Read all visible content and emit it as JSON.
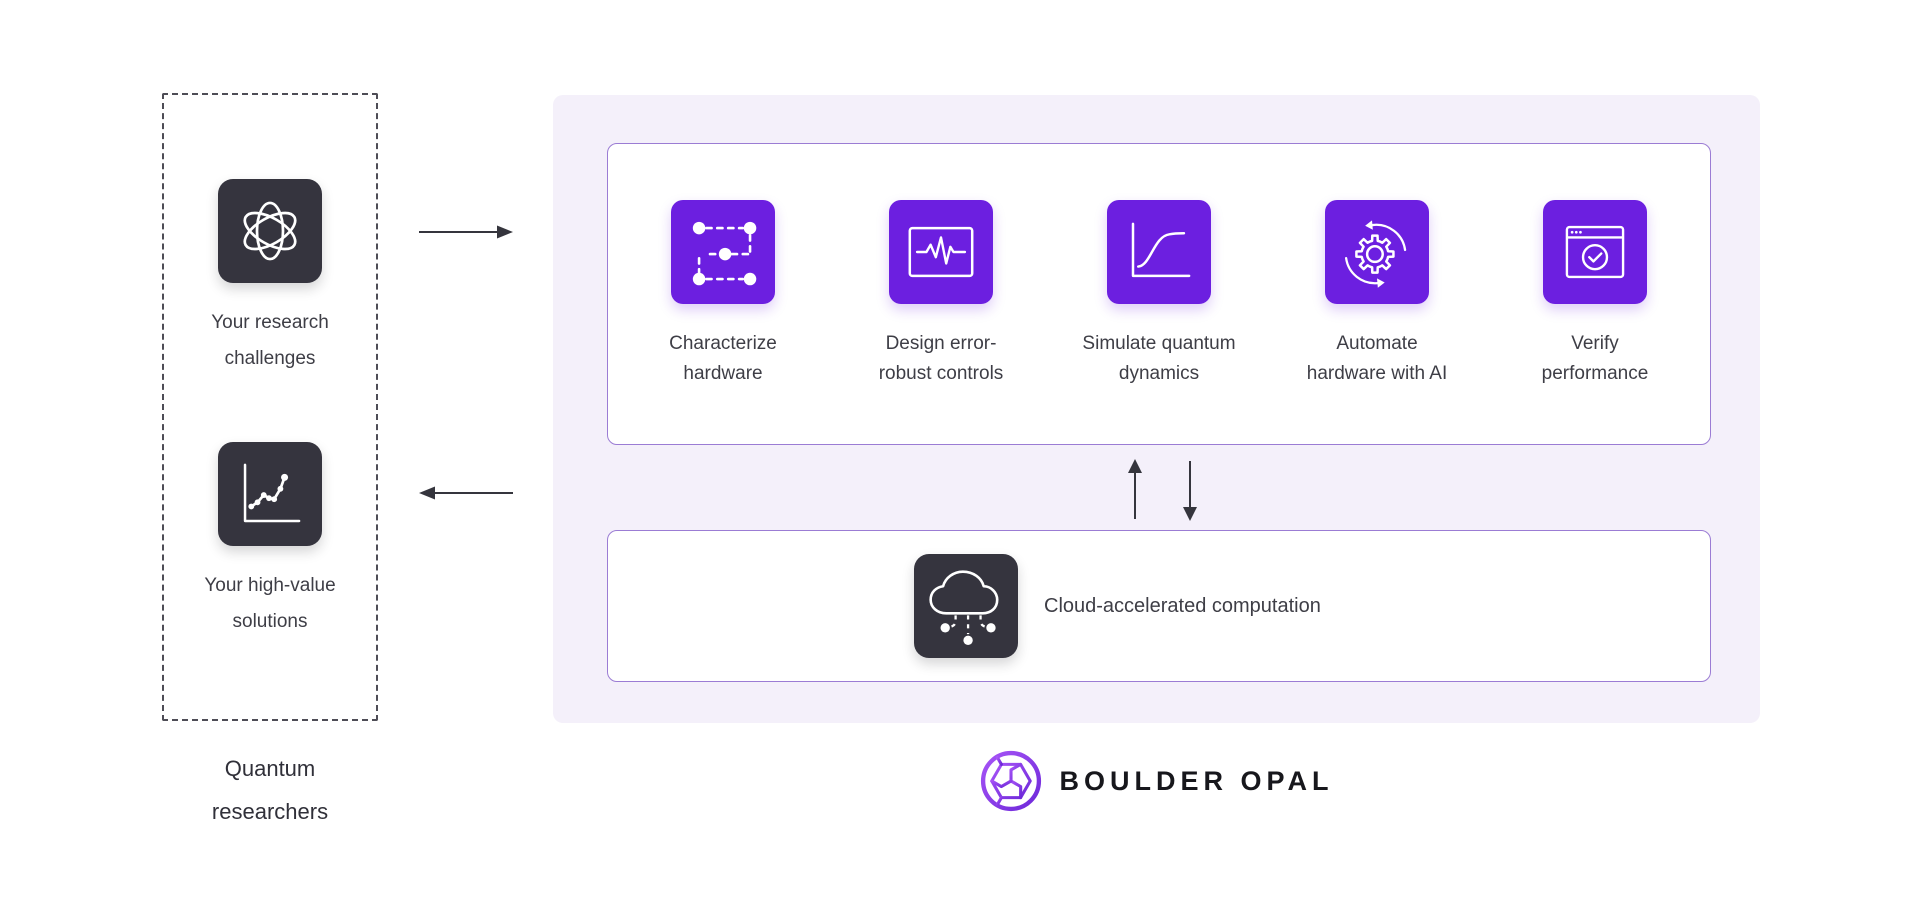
{
  "colors": {
    "accent_purple": "#6C1FE0",
    "dark_tile": "#35343E",
    "panel_background": "#F4F0FA",
    "panel_border": "#9B7CD4",
    "dashed_border": "#4E4D56",
    "text": "#3E3E46",
    "brand_text": "#17171C",
    "logo_gradient_start": "#A855F7",
    "logo_gradient_end": "#6D28D9"
  },
  "icons": [
    "atom-icon",
    "trend-chart-icon",
    "arrow-right-icon",
    "arrow-left-icon",
    "characterize-nodes-icon",
    "signal-monitor-icon",
    "sigmoid-plot-icon",
    "gear-sync-icon",
    "verified-window-icon",
    "arrow-up-icon",
    "arrow-down-icon",
    "cloud-compute-icon",
    "boulder-opal-logo"
  ],
  "researchers": {
    "caption": {
      "lines": [
        "Quantum",
        "researchers"
      ]
    },
    "items": [
      {
        "icon": "atom-icon",
        "lines": [
          "Your research",
          "challenges"
        ]
      },
      {
        "icon": "trend-chart-icon",
        "lines": [
          "Your high-value",
          "solutions"
        ]
      }
    ]
  },
  "workflow": {
    "steps": [
      {
        "icon": "characterize-nodes-icon",
        "lines": [
          "Characterize",
          "hardware"
        ]
      },
      {
        "icon": "signal-monitor-icon",
        "lines": [
          "Design error-",
          "robust controls"
        ]
      },
      {
        "icon": "sigmoid-plot-icon",
        "lines": [
          "Simulate quantum",
          "dynamics"
        ]
      },
      {
        "icon": "gear-sync-icon",
        "lines": [
          "Automate",
          "hardware with AI"
        ]
      },
      {
        "icon": "verified-window-icon",
        "lines": [
          "Verify",
          "performance"
        ]
      }
    ]
  },
  "cloud_section": {
    "icon": "cloud-compute-icon",
    "label": "Cloud-accelerated computation"
  },
  "brand": {
    "logo": "boulder-opal-logo",
    "name": "BOULDER OPAL"
  }
}
